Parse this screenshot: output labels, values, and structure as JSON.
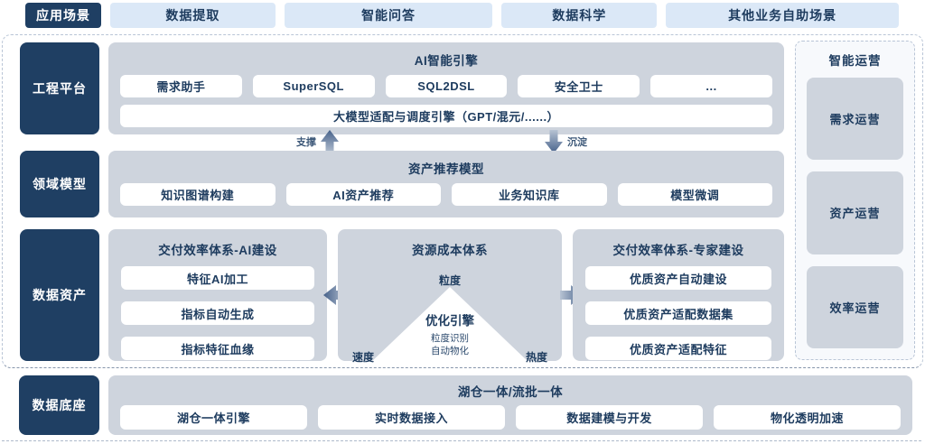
{
  "colors": {
    "navy": "#1f3f63",
    "light_blue": "#dbe8f7",
    "panel_gray": "#ced4dd",
    "ops_bg": "#f7f9fc",
    "dashed_border": "#b9c5d6",
    "arrow_dark": "#46618a",
    "arrow_light": "#b7c3d3"
  },
  "top_bar": {
    "label": "应用场景",
    "items": [
      "数据提取",
      "智能问答",
      "数据科学",
      "其他业务自助场景"
    ]
  },
  "engineering": {
    "label": "工程平台",
    "panel_title": "AI智能引擎",
    "buttons": [
      "需求助手",
      "SuperSQL",
      "SQL2DSL",
      "安全卫士",
      "..."
    ],
    "bar": "大模型适配与调度引擎（GPT/混元/......）"
  },
  "flow": {
    "up_label": "支撑",
    "down_label": "沉淀"
  },
  "domain_model": {
    "label": "领域模型",
    "panel_title": "资产推荐模型",
    "buttons": [
      "知识图谱构建",
      "AI资产推荐",
      "业务知识库",
      "模型微调"
    ]
  },
  "data_assets": {
    "label": "数据资产",
    "left_panel": {
      "title": "交付效率体系-AI建设",
      "buttons": [
        "特征AI加工",
        "指标自动生成",
        "指标特征血缘"
      ]
    },
    "center_panel": {
      "title": "资源成本体系",
      "top_label": "粒度",
      "triangle_title": "优化引擎",
      "triangle_line1": "粒度识别",
      "triangle_line2": "自动物化",
      "left_label": "速度",
      "right_label": "热度"
    },
    "right_panel": {
      "title": "交付效率体系-专家建设",
      "buttons": [
        "优质资产自动建设",
        "优质资产适配数据集",
        "优质资产适配特征"
      ]
    }
  },
  "operations": {
    "title": "智能运营",
    "items": [
      "需求运营",
      "资产运营",
      "效率运营"
    ]
  },
  "foundation": {
    "label": "数据底座",
    "panel_title": "湖仓一体/流批一体",
    "buttons": [
      "湖仓一体引擎",
      "实时数据接入",
      "数据建模与开发",
      "物化透明加速"
    ]
  }
}
